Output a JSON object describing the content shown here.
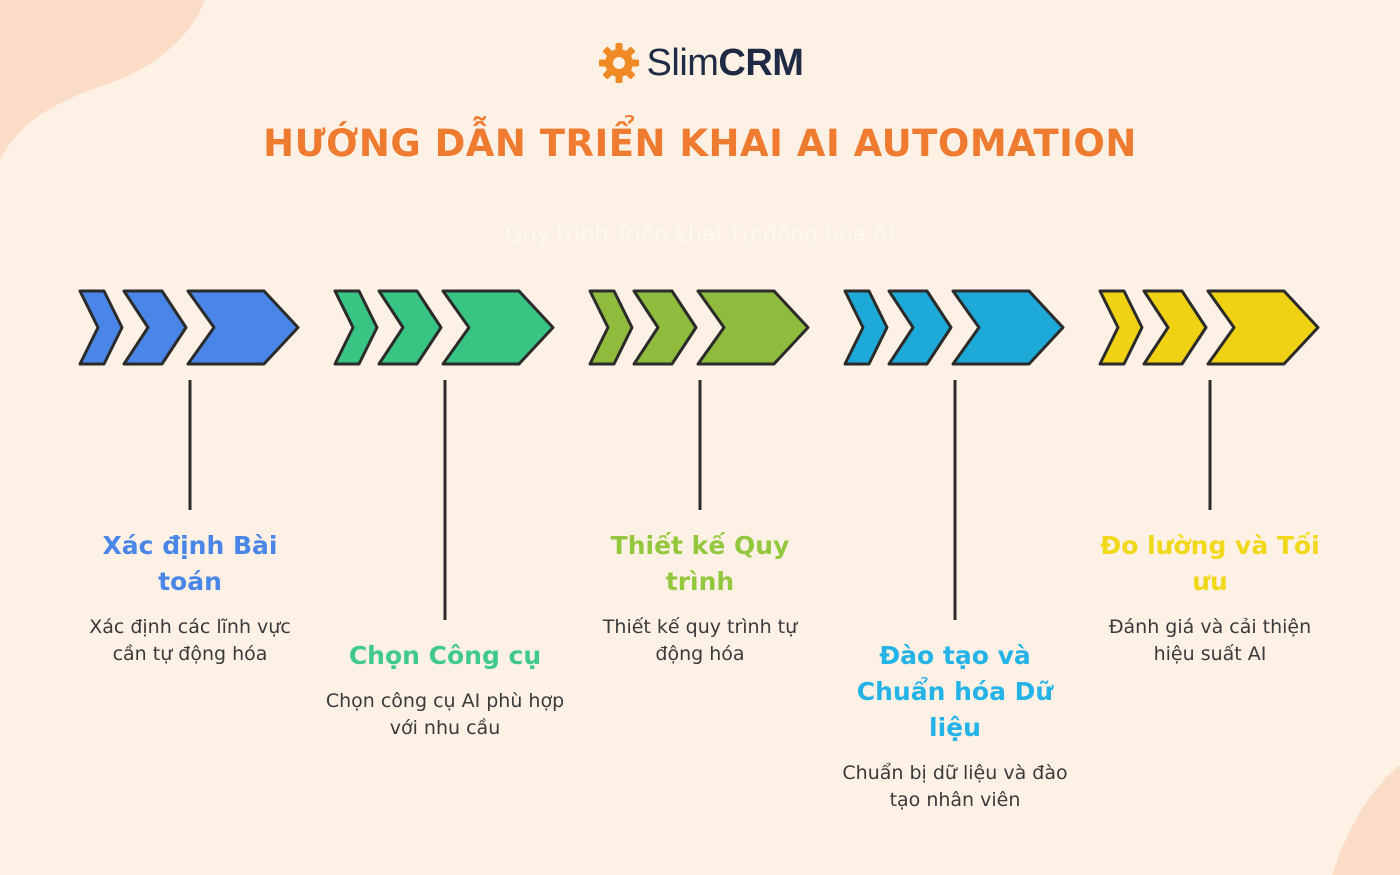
{
  "logo": {
    "text_regular": "Slim",
    "text_bold": "CRM",
    "icon": "gear-icon",
    "icon_color": "#f08a24"
  },
  "title": "HƯỚNG DẪN TRIỂN KHAI AI AUTOMATION",
  "subtitle": "Quy trình Triển khai Tự động hóa AI",
  "steps": [
    {
      "title": "Xác định Bài toán",
      "description": "Xác định các lĩnh vực cần tự động hóa",
      "color": "#4a86e8",
      "title_color": "#4a86e8"
    },
    {
      "title": "Chọn Công cụ",
      "description": "Chọn công cụ AI phù hợp với nhu cầu",
      "color": "#38c584",
      "title_color": "#3fc98a"
    },
    {
      "title": "Thiết kế Quy trình",
      "description": "Thiết kế quy trình tự động hóa",
      "color": "#8fbc3c",
      "title_color": "#93c83e"
    },
    {
      "title": "Đào tạo và Chuẩn hóa Dữ liệu",
      "description": "Chuẩn bị dữ liệu và đào tạo nhân viên",
      "color": "#1eaad9",
      "title_color": "#23b3e6"
    },
    {
      "title": "Đo lường và Tối ưu",
      "description": "Đánh giá và cải thiện hiệu suất AI",
      "color": "#f0d214",
      "title_color": "#f2d81a"
    }
  ]
}
